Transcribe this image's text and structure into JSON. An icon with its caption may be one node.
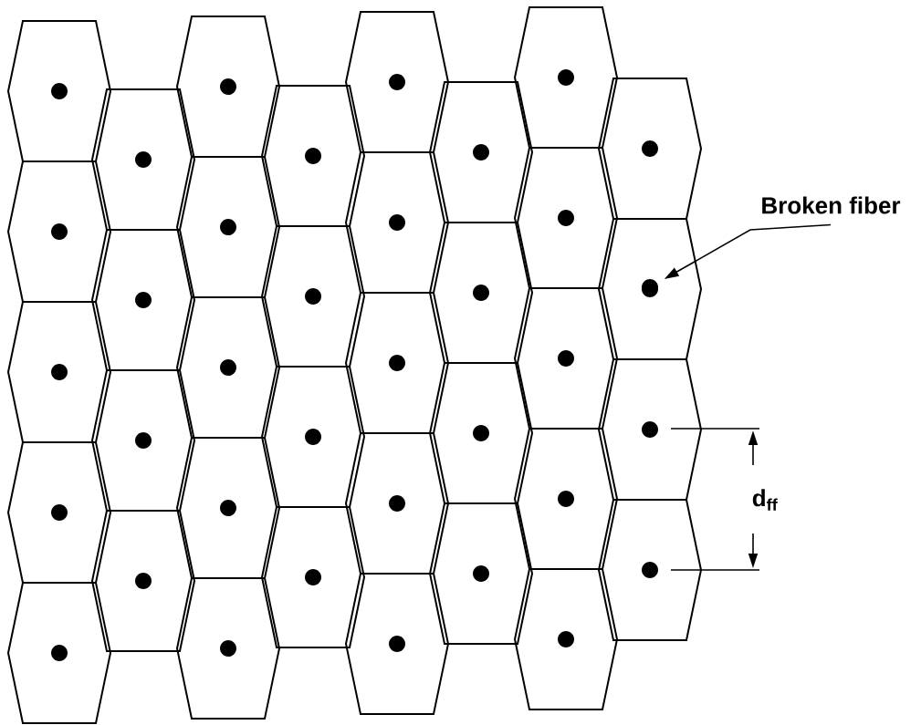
{
  "diagram": {
    "nodes": [
      {
        "text": [
          "Broken fiber"
        ]
      },
      {
        "text": [],
        "shape": "circle"
      }
    ],
    "edges": [
      {
        "from": 0,
        "to": 1,
        "arrow": "to"
      }
    ],
    "labels": [
      "d$_{ff}$"
    ]
  }
}
